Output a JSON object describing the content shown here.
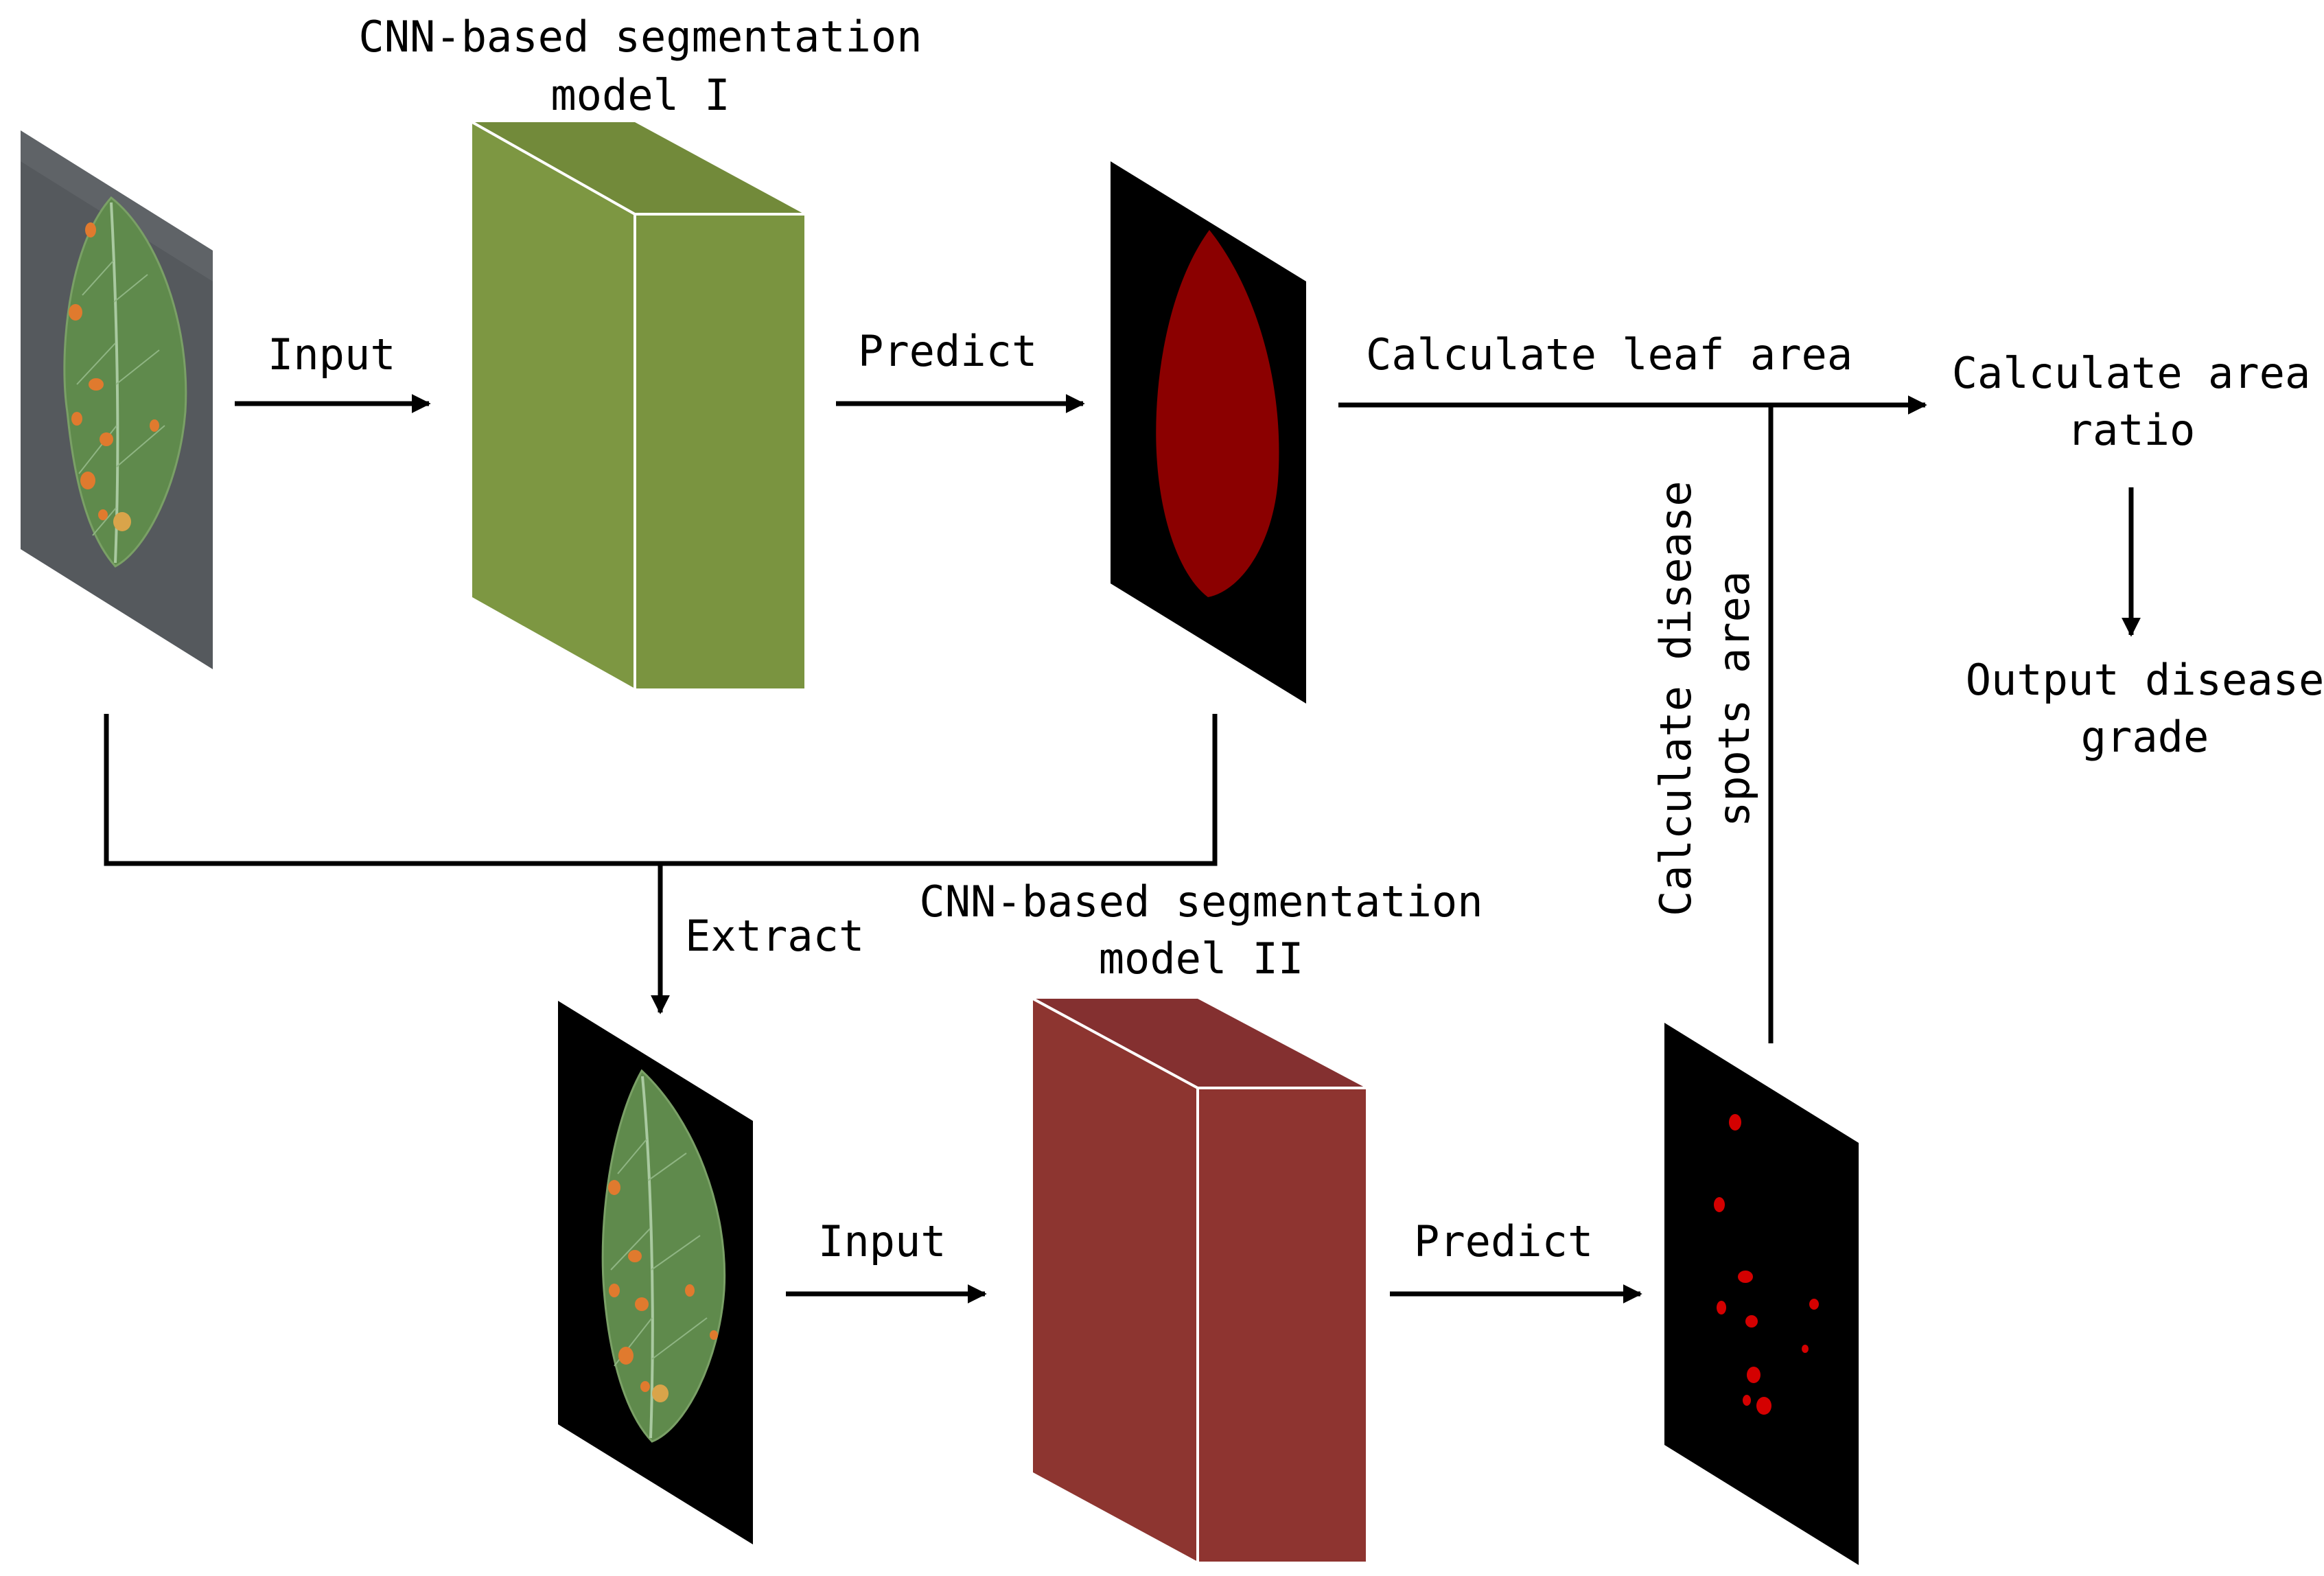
{
  "model_1": {
    "title_line1": "CNN-based segmentation",
    "title_line2": "model I",
    "face_color": "#7a9440",
    "side_color": "#7d9742",
    "top_color": "#728a3a"
  },
  "model_2": {
    "title_line1": "CNN-based segmentation",
    "title_line2": "model II",
    "face_color": "#8e3430",
    "side_color": "#8d3530",
    "top_color": "#843030"
  },
  "labels": {
    "input_top": "Input",
    "predict_top": "Predict",
    "calc_leaf_area": "Calculate leaf area",
    "calc_area_ratio_line1": "Calculate area",
    "calc_area_ratio_line2": "ratio",
    "output_line1": "Output disease",
    "output_line2": "grade",
    "calc_spots_line1": "Calculate disease",
    "calc_spots_line2": "spots area",
    "extract": "Extract",
    "input_bottom": "Input",
    "predict_bottom": "Predict"
  },
  "colors": {
    "leaf_green": "#5f8a4c",
    "leaf_mask_red": "#8b0000",
    "spot_red": "#d40000",
    "lesion_orange": "#e07a2e",
    "photo_background": "#55595d",
    "mask_background": "#000000"
  }
}
